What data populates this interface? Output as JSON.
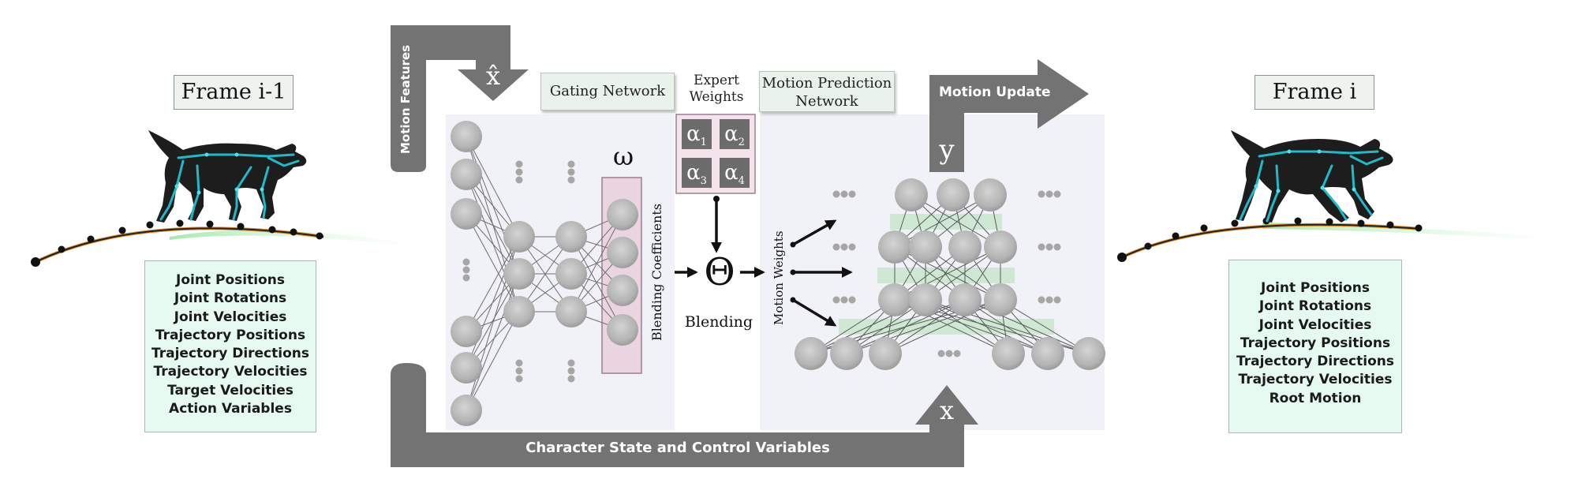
{
  "frame_prev": {
    "label": "Frame i-1",
    "features": [
      "Joint Positions",
      "Joint Rotations",
      "Joint Velocities",
      "Trajectory Positions",
      "Trajectory Directions",
      "Trajectory Velocities",
      "Target Velocities",
      "Action Variables"
    ]
  },
  "frame_next": {
    "label": "Frame i",
    "features": [
      "Joint Positions",
      "Joint Rotations",
      "Joint Velocities",
      "Trajectory Positions",
      "Trajectory Directions",
      "Trajectory Velocities",
      "Root Motion"
    ]
  },
  "labels": {
    "motion_features": "Motion Features",
    "x_hat": "x̂",
    "gating_network": "Gating Network",
    "expert_weights_line1": "Expert",
    "expert_weights_line2": "Weights",
    "motion_prediction_line1": "Motion Prediction",
    "motion_prediction_line2": "Network",
    "motion_update": "Motion Update",
    "y": "y",
    "omega": "ω",
    "blending_coefficients": "Blending Coefficients",
    "theta": "Θ",
    "blending": "Blending",
    "motion_weights": "Motion Weights",
    "x": "x",
    "character_state": "Character State and Control Variables"
  },
  "alphas": [
    {
      "symbol": "α",
      "sub": "1"
    },
    {
      "symbol": "α",
      "sub": "2"
    },
    {
      "symbol": "α",
      "sub": "3"
    },
    {
      "symbol": "α",
      "sub": "4"
    }
  ],
  "colors": {
    "arrow_gray": "#737373",
    "panel_bg": "#f1f1f8",
    "feature_bg": "#e6faf2",
    "omega_box": "#ead4df",
    "expert_box": "#f4e3ea",
    "green_band": "#cfe8d4",
    "node_gray": "#b7b7b7",
    "skeleton_cyan": "#1fb9c8"
  }
}
